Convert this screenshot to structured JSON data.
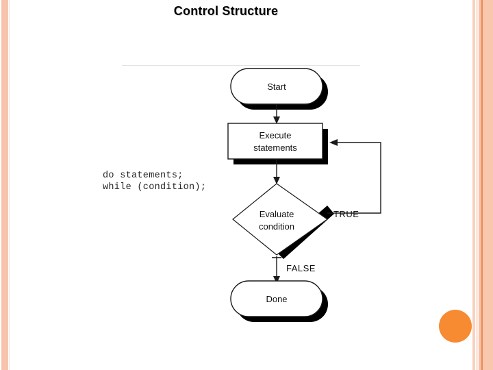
{
  "slide": {
    "title": "Control Structure",
    "background_color": "#ffffff"
  },
  "theme": {
    "accent_orange": "#f68b32",
    "stripe_peach": "#f7c3ac",
    "stripe_pale": "#fbe8de",
    "stripe_dark": "#e98a55",
    "rule_gray": "#e2e2e2",
    "ink": "#000000"
  },
  "code": {
    "line1": "do statements;",
    "line2": "while (condition);"
  },
  "diagram": {
    "type": "flowchart",
    "description": "do-while loop control structure",
    "nodes": [
      {
        "id": "start",
        "shape": "terminator",
        "label": "Start"
      },
      {
        "id": "execute",
        "shape": "process",
        "label_line1": "Execute",
        "label_line2": "statements"
      },
      {
        "id": "evaluate",
        "shape": "decision",
        "label_line1": "Evaluate",
        "label_line2": "condition"
      },
      {
        "id": "done",
        "shape": "terminator",
        "label": "Done"
      }
    ],
    "edges": [
      {
        "from": "start",
        "to": "execute",
        "label": ""
      },
      {
        "from": "execute",
        "to": "evaluate",
        "label": ""
      },
      {
        "from": "evaluate",
        "to": "execute",
        "label": "TRUE"
      },
      {
        "from": "evaluate",
        "to": "done",
        "label": "FALSE"
      }
    ],
    "edge_labels": {
      "true_label": "TRUE",
      "false_label": "FALSE"
    }
  }
}
